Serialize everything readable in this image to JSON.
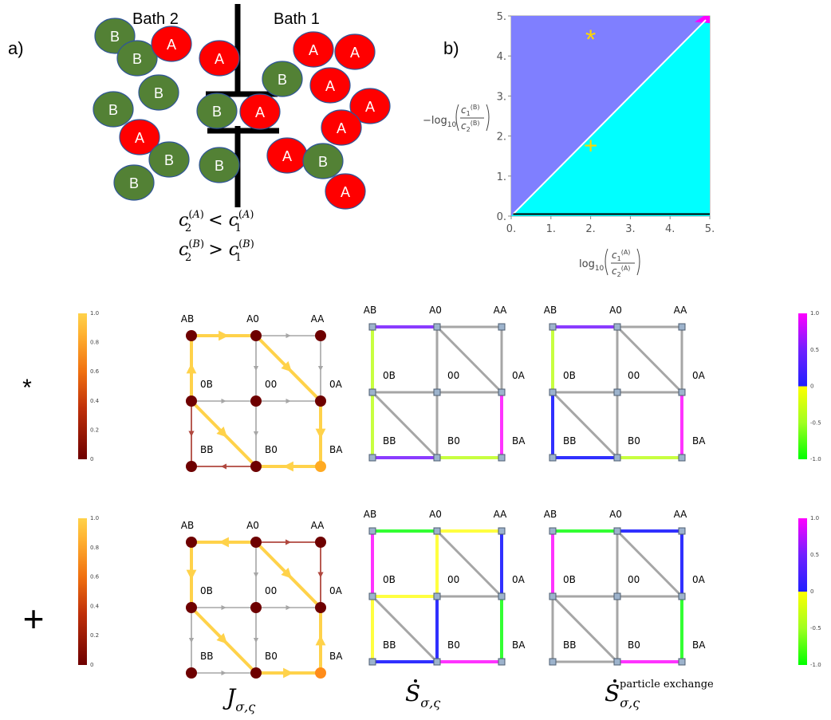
{
  "panel_a": {
    "label": "a)",
    "bath_left": "Bath 2",
    "bath_right": "Bath 1",
    "particle_a": "A",
    "particle_b": "B",
    "condition_1": "c2(A) < c1(A)",
    "condition_2": "c2(B) > c1(B)",
    "colors": {
      "a": "#ff0000",
      "b": "#538135"
    }
  },
  "panel_b": {
    "label": "b)",
    "xlabel": "log10(c1(A)/c2(A))",
    "ylabel": "-log10(c1(B)/c2(B))",
    "chart_data": {
      "type": "heatmap",
      "xlim": [
        0,
        5
      ],
      "ylim": [
        0,
        5
      ],
      "xticks": [
        "0.",
        "1.",
        "2.",
        "3.",
        "4.",
        "5."
      ],
      "yticks": [
        "0.",
        "1.",
        "2.",
        "3.",
        "4.",
        "5."
      ],
      "regions": [
        {
          "region": "above diagonal",
          "color": "#7f7fff"
        },
        {
          "region": "below diagonal",
          "color": "#00ffff"
        },
        {
          "region": "top-right corner",
          "color": "#ff00ff"
        }
      ],
      "markers": [
        {
          "symbol": "*",
          "x": 2.0,
          "y": 4.4,
          "color": "#ffd700"
        },
        {
          "symbol": "+",
          "x": 2.0,
          "y": 1.75,
          "color": "#ffd700"
        }
      ]
    }
  },
  "rows": [
    {
      "marker": "*"
    },
    {
      "marker": "+"
    }
  ],
  "node_labels": [
    "AB",
    "A0",
    "AA",
    "0B",
    "00",
    "0A",
    "BB",
    "B0",
    "BA"
  ],
  "colorbar_left": {
    "ticks": [
      "1.0",
      "0.8",
      "0.6",
      "0.4",
      "0.2",
      "0"
    ]
  },
  "colorbar_right": {
    "ticks": [
      "1.0",
      "0.5",
      "0",
      "-0.5",
      "-1.0"
    ]
  },
  "captions": {
    "col1": "J",
    "col1_sub": "σ,ς",
    "col2": "S",
    "col2_sub": "σ,ς",
    "col3": "S",
    "col3_sub": "σ,ς",
    "col3_sup": "particle exchange"
  }
}
